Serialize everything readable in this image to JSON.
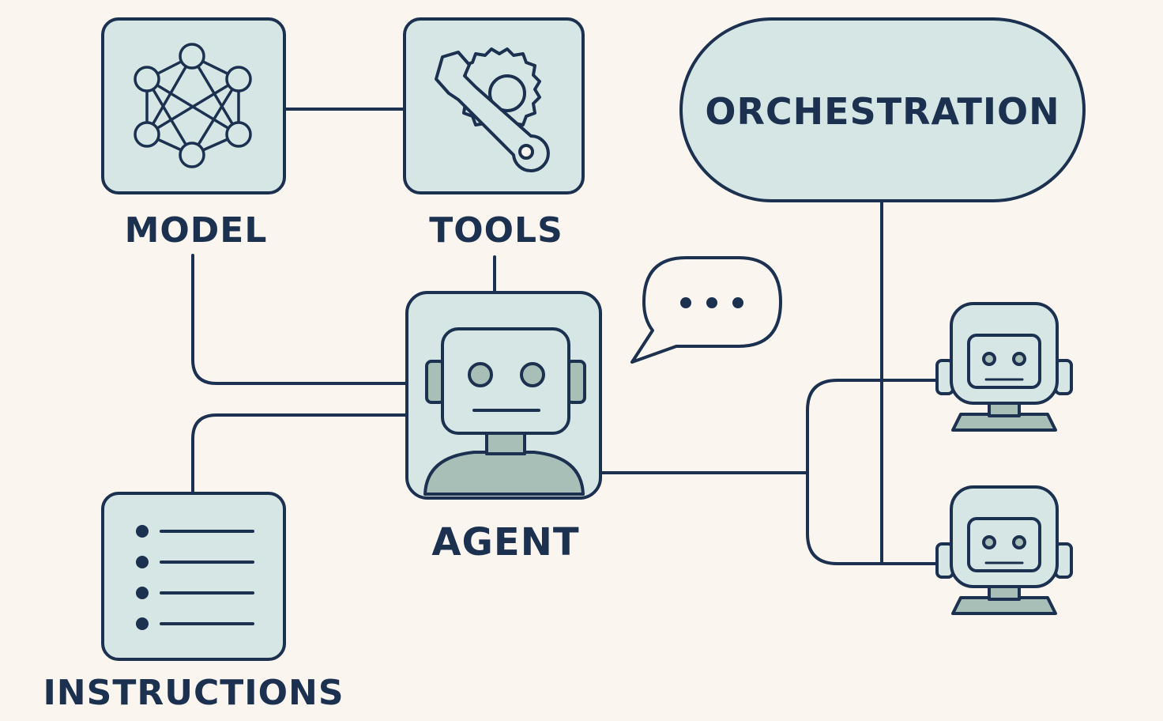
{
  "nodes": {
    "model": {
      "label": "MODEL",
      "icon": "neural-network-icon"
    },
    "tools": {
      "label": "TOOLS",
      "icon": "wrench-gear-icon"
    },
    "agent": {
      "label": "AGENT",
      "icon": "robot-icon"
    },
    "instructions": {
      "label": "INSTRUCTIONS",
      "icon": "list-icon"
    },
    "orchestration": {
      "label": "ORCHESTRATION"
    },
    "speech_bubble": {
      "icon": "speech-bubble-ellipsis-icon"
    },
    "sub_agents": [
      {
        "icon": "small-robot-icon"
      },
      {
        "icon": "small-robot-icon"
      }
    ]
  },
  "colors": {
    "background": "#faf6ef",
    "stroke": "#1c3050",
    "fill": "#d5e6e4",
    "accent_fill": "#a8bfb7",
    "text": "#1c3050"
  }
}
